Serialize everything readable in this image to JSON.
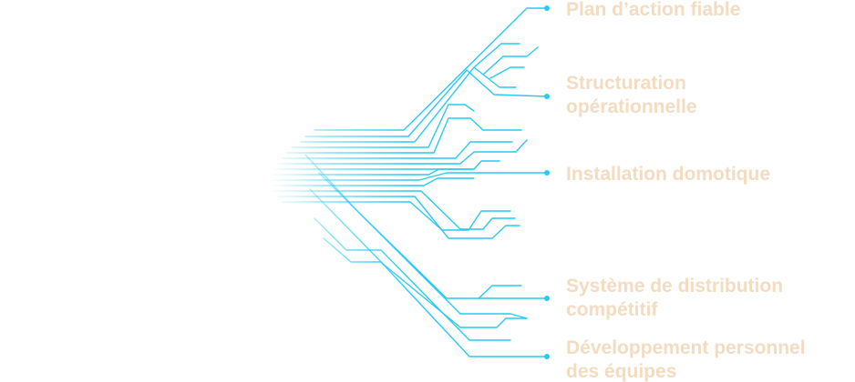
{
  "theme": {
    "line_color": "#29c9f2",
    "text_color": "#f3dcc0"
  },
  "labels": [
    "Plan d’action fiable",
    "Structuration\nopérationnelle",
    "Installation domotique",
    "Système de distribution\ncompétitif",
    "Développement personnel\ndes équipes"
  ]
}
